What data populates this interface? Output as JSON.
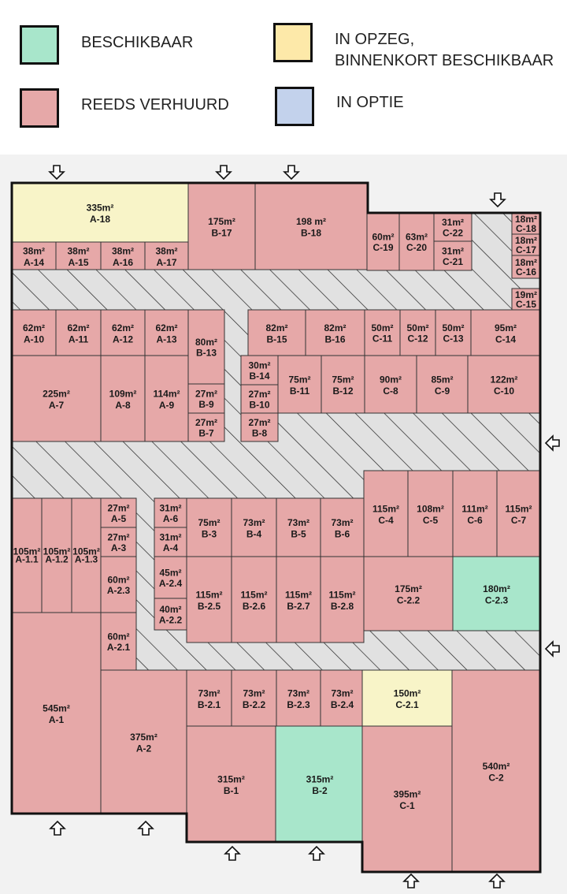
{
  "colors": {
    "available": "#a8e6cb",
    "notice": "#f8f4c8",
    "rented": "#e6a8a8",
    "option": "#c3d2ec",
    "common": "#e1e1e1",
    "grey_block": "#e1e1e1",
    "outline": "#111111"
  },
  "legend": {
    "available": {
      "label": "BESCHIKBAAR",
      "color": "#a8e6cb"
    },
    "notice": {
      "label_line1": "IN OPZEG,",
      "label_line2": "BINNENKORT BESCHIKBAAR",
      "color": "#fde9a9"
    },
    "rented": {
      "label": "REEDS VERHUURD",
      "color": "#e6a8a8"
    },
    "option": {
      "label": "IN OPTIE",
      "color": "#c3d2ec"
    }
  },
  "units": [
    {
      "id": "A-18",
      "area": "335m²",
      "status": "notice"
    },
    {
      "id": "B-17",
      "area": "175m²",
      "status": "rented"
    },
    {
      "id": "B-18",
      "area": "198 m²",
      "status": "rented"
    },
    {
      "id": "A-14",
      "area": "38m²",
      "status": "rented"
    },
    {
      "id": "A-15",
      "area": "38m²",
      "status": "rented"
    },
    {
      "id": "A-16",
      "area": "38m²",
      "status": "rented"
    },
    {
      "id": "A-17",
      "area": "38m²",
      "status": "rented"
    },
    {
      "id": "C-19",
      "area": "60m²",
      "status": "rented"
    },
    {
      "id": "C-20",
      "area": "63m²",
      "status": "rented"
    },
    {
      "id": "C-22",
      "area": "31m²",
      "status": "rented"
    },
    {
      "id": "C-21",
      "area": "31m²",
      "status": "rented"
    },
    {
      "id": "C-18",
      "area": "18m²",
      "status": "rented"
    },
    {
      "id": "C-17",
      "area": "18m²",
      "status": "rented"
    },
    {
      "id": "C-16",
      "area": "18m²",
      "status": "rented"
    },
    {
      "id": "C-15",
      "area": "19m²",
      "status": "rented"
    },
    {
      "id": "A-10",
      "area": "62m²",
      "status": "rented"
    },
    {
      "id": "A-11",
      "area": "62m²",
      "status": "rented"
    },
    {
      "id": "A-12",
      "area": "62m²",
      "status": "rented"
    },
    {
      "id": "A-13",
      "area": "62m²",
      "status": "rented"
    },
    {
      "id": "B-13",
      "area": "80m²",
      "status": "rented"
    },
    {
      "id": "B-15",
      "area": "82m²",
      "status": "rented"
    },
    {
      "id": "B-16",
      "area": "82m²",
      "status": "rented"
    },
    {
      "id": "C-11",
      "area": "50m²",
      "status": "rented"
    },
    {
      "id": "C-12",
      "area": "50m²",
      "status": "rented"
    },
    {
      "id": "C-13",
      "area": "50m²",
      "status": "rented"
    },
    {
      "id": "C-14",
      "area": "95m²",
      "status": "rented"
    },
    {
      "id": "A-7",
      "area": "225m²",
      "status": "rented"
    },
    {
      "id": "A-8",
      "area": "109m²",
      "status": "rented"
    },
    {
      "id": "A-9",
      "area": "114m²",
      "status": "rented"
    },
    {
      "id": "B-9",
      "area": "27m²",
      "status": "rented"
    },
    {
      "id": "B-7",
      "area": "27m²",
      "status": "rented"
    },
    {
      "id": "B-14",
      "area": "30m²",
      "status": "rented"
    },
    {
      "id": "B-10",
      "area": "27m²",
      "status": "rented"
    },
    {
      "id": "B-8",
      "area": "27m²",
      "status": "rented"
    },
    {
      "id": "B-11",
      "area": "75m²",
      "status": "rented"
    },
    {
      "id": "B-12",
      "area": "75m²",
      "status": "rented"
    },
    {
      "id": "C-8",
      "area": "90m²",
      "status": "rented"
    },
    {
      "id": "C-9",
      "area": "85m²",
      "status": "rented"
    },
    {
      "id": "C-10",
      "area": "122m²",
      "status": "rented"
    },
    {
      "id": "A-1.1",
      "area": "105m²",
      "status": "rented"
    },
    {
      "id": "A-1.2",
      "area": "105m²",
      "status": "rented"
    },
    {
      "id": "A-1.3",
      "area": "105m²",
      "status": "rented"
    },
    {
      "id": "A-5",
      "area": "27m²",
      "status": "rented"
    },
    {
      "id": "A-3",
      "area": "27m²",
      "status": "rented"
    },
    {
      "id": "A-2.3",
      "area": "60m²",
      "status": "rented"
    },
    {
      "id": "A-2.1",
      "area": "60m²",
      "status": "rented"
    },
    {
      "id": "A-6",
      "area": "31m²",
      "status": "rented"
    },
    {
      "id": "A-4",
      "area": "31m²",
      "status": "rented"
    },
    {
      "id": "A-2.4",
      "area": "45m²",
      "status": "rented"
    },
    {
      "id": "A-2.2",
      "area": "40m²",
      "status": "rented"
    },
    {
      "id": "B-3",
      "area": "75m²",
      "status": "rented"
    },
    {
      "id": "B-4",
      "area": "73m²",
      "status": "rented"
    },
    {
      "id": "B-5",
      "area": "73m²",
      "status": "rented"
    },
    {
      "id": "B-6",
      "area": "73m²",
      "status": "rented"
    },
    {
      "id": "C-4",
      "area": "115m²",
      "status": "rented"
    },
    {
      "id": "C-5",
      "area": "108m²",
      "status": "rented"
    },
    {
      "id": "C-6",
      "area": "111m²",
      "status": "rented"
    },
    {
      "id": "C-7",
      "area": "115m²",
      "status": "rented"
    },
    {
      "id": "B-2.5",
      "area": "115m²",
      "status": "rented"
    },
    {
      "id": "B-2.6",
      "area": "115m²",
      "status": "rented"
    },
    {
      "id": "B-2.7",
      "area": "115m²",
      "status": "rented"
    },
    {
      "id": "B-2.8",
      "area": "115m²",
      "status": "rented"
    },
    {
      "id": "C-2.2",
      "area": "175m²",
      "status": "rented"
    },
    {
      "id": "C-2.3",
      "area": "180m²",
      "status": "available"
    },
    {
      "id": "A-1",
      "area": "545m²",
      "status": "rented"
    },
    {
      "id": "A-2",
      "area": "375m²",
      "status": "rented"
    },
    {
      "id": "B-2.1",
      "area": "73m²",
      "status": "rented"
    },
    {
      "id": "B-2.2",
      "area": "73m²",
      "status": "rented"
    },
    {
      "id": "B-2.3",
      "area": "73m²",
      "status": "rented"
    },
    {
      "id": "B-2.4",
      "area": "73m²",
      "status": "rented"
    },
    {
      "id": "C-2.1",
      "area": "150m²",
      "status": "notice"
    },
    {
      "id": "B-1",
      "area": "315m²",
      "status": "rented"
    },
    {
      "id": "B-2",
      "area": "315m²",
      "status": "available"
    },
    {
      "id": "C-1",
      "area": "395m²",
      "status": "rented"
    },
    {
      "id": "C-2",
      "area": "540m²",
      "status": "rented"
    }
  ],
  "entrance_arrow_icon": "outline-arrow-icon"
}
